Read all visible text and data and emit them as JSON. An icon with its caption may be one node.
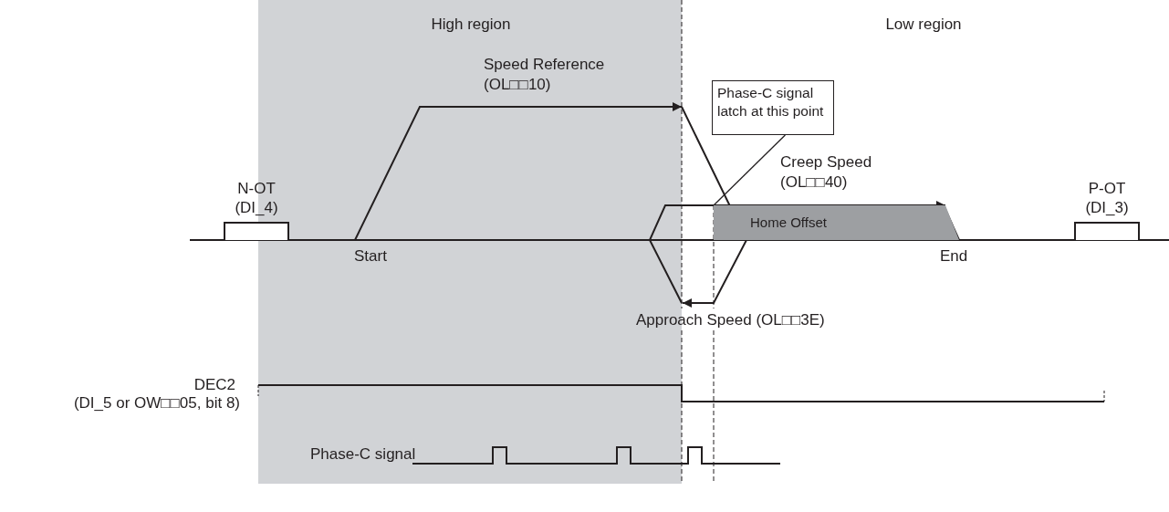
{
  "diagram": {
    "nodes": [
      {
        "text": [
          "Phase-C signal latch at this point"
        ]
      },
      {
        "text": [
          "N-OT (DI_4)"
        ]
      },
      {
        "text": [
          "Home Offset"
        ]
      },
      {
        "text": [
          "P-OT (DI_3)"
        ]
      }
    ],
    "edges": [
      {
        "from": 0,
        "to": 2,
        "arrow": "none"
      }
    ],
    "labels": [
      "High region",
      "Low region",
      "Speed Reference (OL□□10)",
      "Start",
      "Creep Speed (OL□□40)",
      "End",
      "Approach Speed (OL□□3E)",
      "DEC2",
      "(DI_5 or OW□□05, bit 8)",
      "Phase-C signal"
    ]
  }
}
